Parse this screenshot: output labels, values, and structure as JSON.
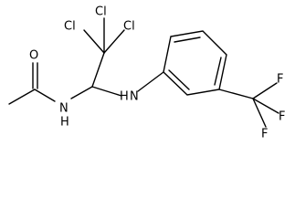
{
  "atoms": {
    "o": "O",
    "nh_amide": "N",
    "h_amide": "H",
    "nh_amine": "N",
    "h_amine": "H",
    "cl_top": "Cl",
    "cl_left": "Cl",
    "cl_right": "Cl",
    "f_top": "F",
    "f_mid": "F",
    "f_bottom": "F"
  },
  "colors": {
    "ink": "#000000",
    "background": "#ffffff"
  }
}
